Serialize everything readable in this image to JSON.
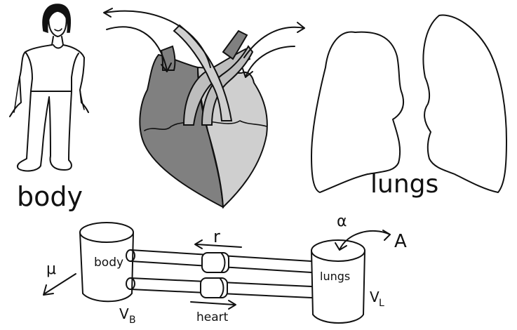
{
  "illustration": {
    "body_caption": "body",
    "lungs_caption": "lungs"
  },
  "model": {
    "body_label": "body",
    "lungs_label": "lungs",
    "volume_body": "V",
    "volume_body_sub": "B",
    "volume_lungs": "V",
    "volume_lungs_sub": "L",
    "flow_rate": "r",
    "pump": "heart",
    "metabolism": "μ",
    "exchange_rate": "α",
    "atmosphere": "A"
  },
  "colors": {
    "ink": "#111111",
    "heart_dark": "#808080",
    "heart_light": "#cfcfcf",
    "vessel": "#bdbdbd"
  }
}
